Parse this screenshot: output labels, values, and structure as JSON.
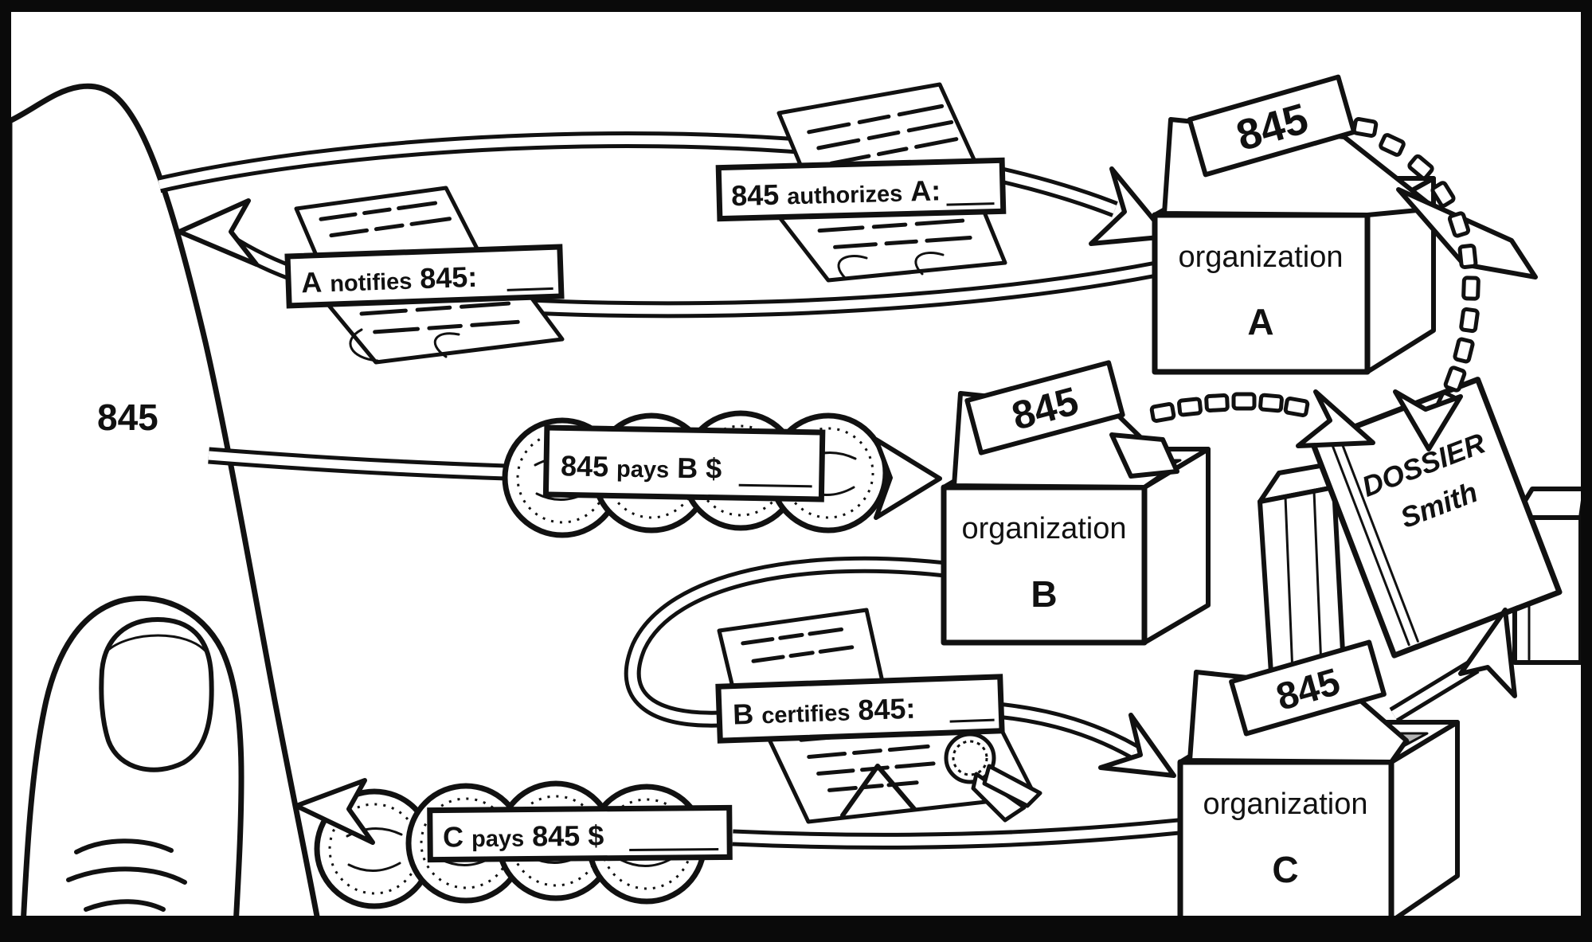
{
  "diagram": {
    "card": {
      "label": "845"
    },
    "flows": {
      "authorizes": {
        "subject": "845",
        "verb": "authorizes",
        "object": "A:"
      },
      "notifies": {
        "subject": "A",
        "verb": "notifies",
        "object": "845:"
      },
      "pays_b": {
        "subject": "845",
        "verb": "pays",
        "object": "B $"
      },
      "certifies": {
        "subject": "B",
        "verb": "certifies",
        "object": "845:"
      },
      "pays_845": {
        "subject": "C",
        "verb": "pays",
        "object": "845 $"
      }
    },
    "organizations": {
      "a": {
        "title": "organization",
        "letter": "A",
        "folder_tab": "845"
      },
      "b": {
        "title": "organization",
        "letter": "B",
        "folder_tab": "845"
      },
      "c": {
        "title": "organization",
        "letter": "C",
        "folder_tab": "845"
      }
    },
    "dossier": {
      "title": "DOSSIER",
      "name": "Smith"
    },
    "colors": {
      "ink": "#111111",
      "paper": "#ffffff",
      "file_shade": "#b3b3b3"
    }
  }
}
